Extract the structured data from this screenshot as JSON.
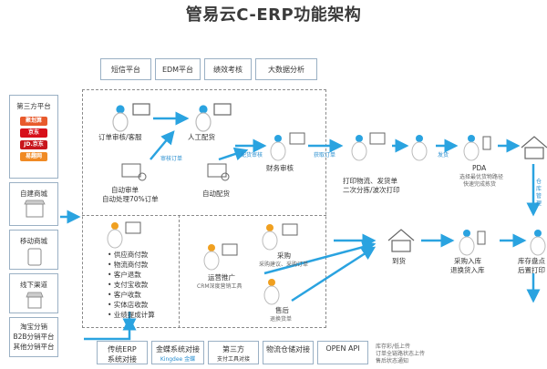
{
  "title": "管易云C-ERP功能架构",
  "top_services": [
    "短信平台",
    "EDM平台",
    "绩效考核",
    "大数据分析"
  ],
  "left_panels": {
    "third_party": {
      "title": "第三方平台",
      "logos": [
        "聚划算",
        "京东",
        "JD.京东",
        "易趣网"
      ]
    },
    "self_mall": "自建商城",
    "mobile_mall": "移动商城",
    "offline": "线下渠道",
    "taobao": [
      "淘宝分销",
      "B2B分销平台",
      "其他分销平台"
    ]
  },
  "flow": {
    "order_review": "订单审核/客服",
    "auto_order_1": "自动审单",
    "auto_order_2": "自动处理70%订单",
    "review_order": "审核订单",
    "manual_dispatch": "人工配货",
    "auto_dispatch": "自动配货",
    "dispatch_done": "配货审核",
    "finance_review": "财务审核",
    "get_order": "获取订单",
    "print_1": "打印物流、发货单",
    "print_2": "二次分拣/波次打印",
    "ship": "发货",
    "pda": "PDA",
    "pda_desc_1": "选择最优货物路径",
    "pda_desc_2": "快速完成拣货",
    "warehouse_label": "仓库管理",
    "arrival": "到货",
    "purchase_in_1": "采购入库",
    "purchase_in_2": "退换货入库",
    "inventory_1": "库存盘点",
    "inventory_2": "后置打印"
  },
  "finance_list": [
    "• 供应商付款",
    "• 物流商付款",
    "• 客户退款",
    "• 支付宝收款",
    "• 客户收款",
    "• 实体店收款",
    "• 业绩提成计算"
  ],
  "operations": {
    "title": "运营推广",
    "desc": "CRM深度营销工具",
    "purchase_title": "采购",
    "purchase_desc": "采购建议、采购订单",
    "aftersale_title": "售后",
    "aftersale_desc": "退换货单"
  },
  "bottom_services": [
    {
      "l1": "传统ERP",
      "l2": "系统对接"
    },
    {
      "l1": "金蝶系统对接",
      "l2": "Kingdee 金蝶"
    },
    {
      "l1": "第三方",
      "l2": "支付工具对接"
    },
    {
      "l1": "物流仓储对接",
      "l2": ""
    },
    {
      "l1": "OPEN  API",
      "l2": ""
    }
  ],
  "bottom_right": {
    "l1": "库存彩/低上传",
    "l2": "订单全链路状态上传",
    "l3": "售后状态通知"
  }
}
